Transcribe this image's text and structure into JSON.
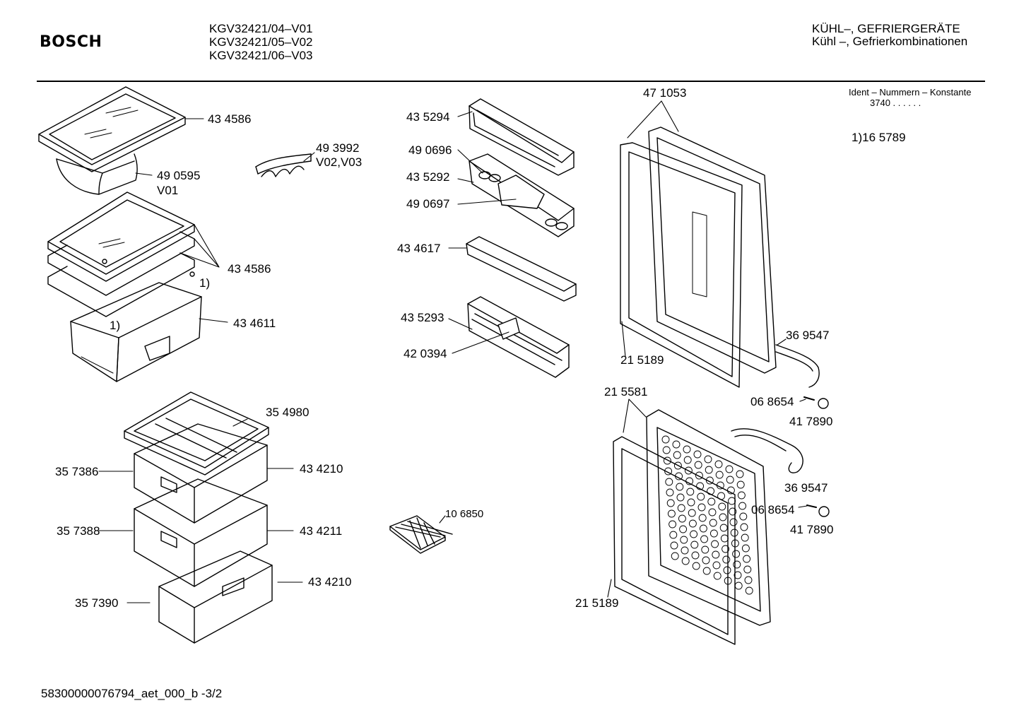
{
  "header": {
    "logo": "BOSCH",
    "models": [
      "KGV32421/04–V01",
      "KGV32421/05–V02",
      "KGV32421/06–V03"
    ],
    "category": "KÜHL–, GEFRIERGERÄTE",
    "subcategory": "Kühl –, Gefrierkombinationen",
    "ident_title": "Ident – Nummern – Konstante",
    "ident_value": "3740 .  .    .  .  .  .",
    "note": "1)16 5789"
  },
  "footer": {
    "doc_id": "58300000076794_aet_000_b  -3/2"
  },
  "parts": {
    "shelf_top": "43 4586",
    "holder_v01": "49 0595",
    "holder_v01_variant": "V01",
    "holder_v02": "49 3992",
    "holder_v02_variant": "V02,V03",
    "shelves_stack": "43 4586",
    "footnote_a": "1)",
    "footnote_b": "1)",
    "crisper": "43 4611",
    "freezer_tray": "35 4980",
    "drawer_front_1": "35 7386",
    "drawer_1": "43 4210",
    "drawer_front_2": "35 7388",
    "drawer_2": "43 4211",
    "drawer_front_3": "35 7390",
    "drawer_3": "43 4210",
    "ice_tray": "10 6850",
    "door_shelf_top": "43 5294",
    "egg_tray": "49 0696",
    "door_shelf_mid": "43 5292",
    "butter_cover": "49 0697",
    "door_shelf_narrow": "43 4617",
    "door_shelf_bottom": "43 5293",
    "bottle_holder": "42 0394",
    "fridge_door": "47 1053",
    "fridge_gasket": "21 5189",
    "handle_1": "36 9547",
    "screw_1": "06 8654",
    "cap_1": "41 7890",
    "freezer_door": "21 5581",
    "handle_2": "36 9547",
    "screw_2": "06 8654",
    "cap_2": "41 7890",
    "freezer_gasket": "21 5189"
  }
}
